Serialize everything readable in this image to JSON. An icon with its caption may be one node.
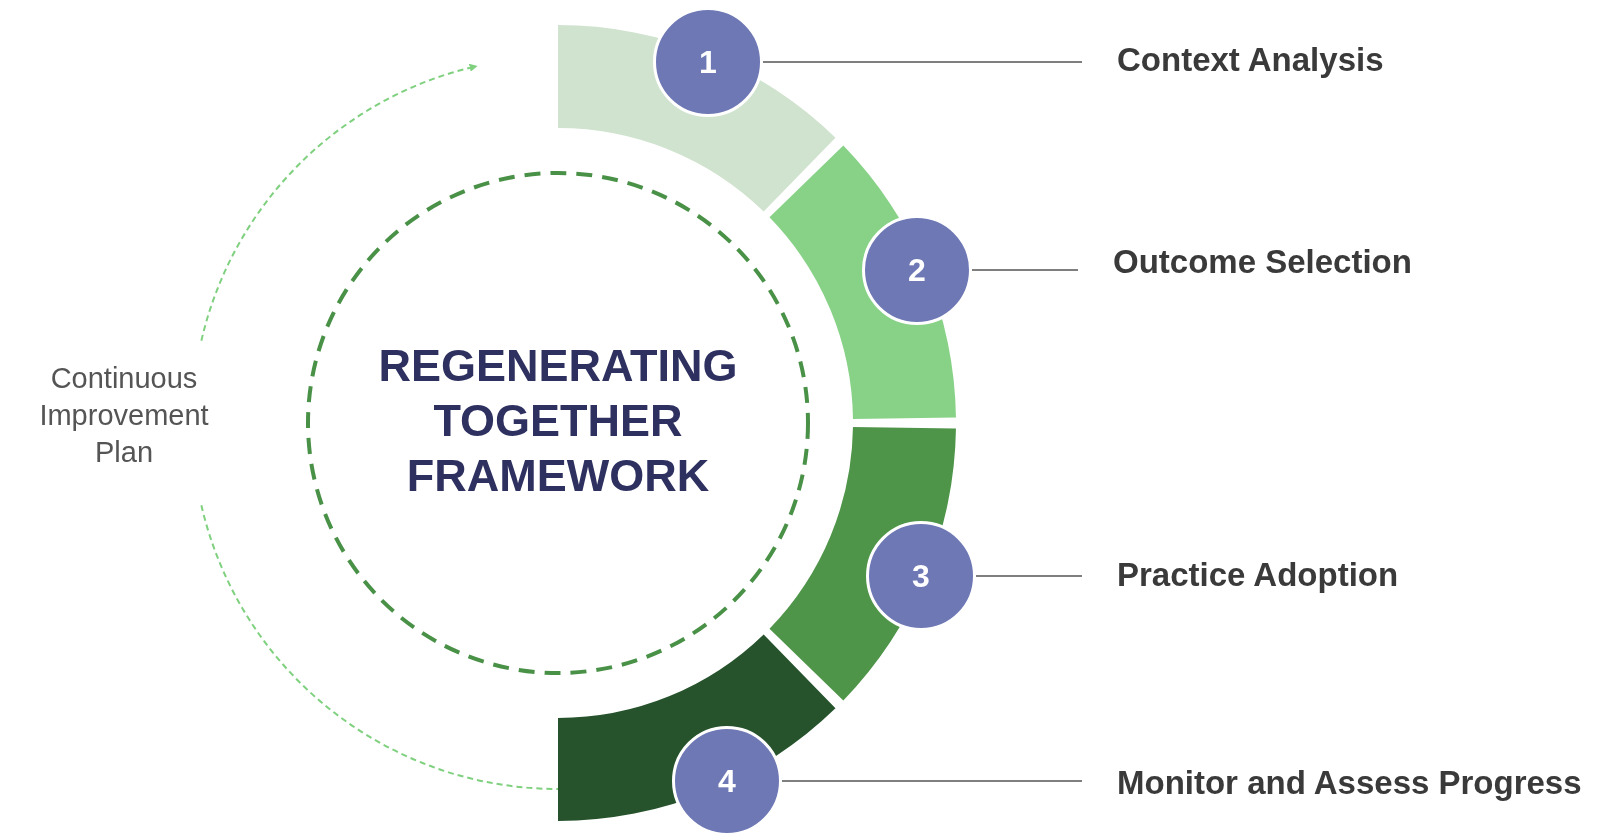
{
  "diagram": {
    "nodes": [
      {
        "text": [
          "REGENERATING TOGETHER FRAMEWORK"
        ]
      },
      {
        "text": [
          "1"
        ]
      },
      {
        "text": [
          "Context Analysis"
        ]
      },
      {
        "text": [
          "2"
        ]
      },
      {
        "text": [
          "Outcome Selection"
        ]
      },
      {
        "text": [
          "3"
        ]
      },
      {
        "text": [
          "Practice Adoption"
        ]
      },
      {
        "text": [
          "4"
        ]
      },
      {
        "text": [
          "Monitor and Assess Progress"
        ]
      }
    ],
    "edges": [
      {
        "from": 1,
        "to": 2,
        "arrow": "none"
      },
      {
        "from": 3,
        "to": 4,
        "arrow": "none"
      },
      {
        "from": 5,
        "to": 6,
        "arrow": "none"
      },
      {
        "from": 7,
        "to": 8,
        "arrow": "none"
      }
    ],
    "labels": [
      "Continuous Improvement Plan"
    ]
  }
}
